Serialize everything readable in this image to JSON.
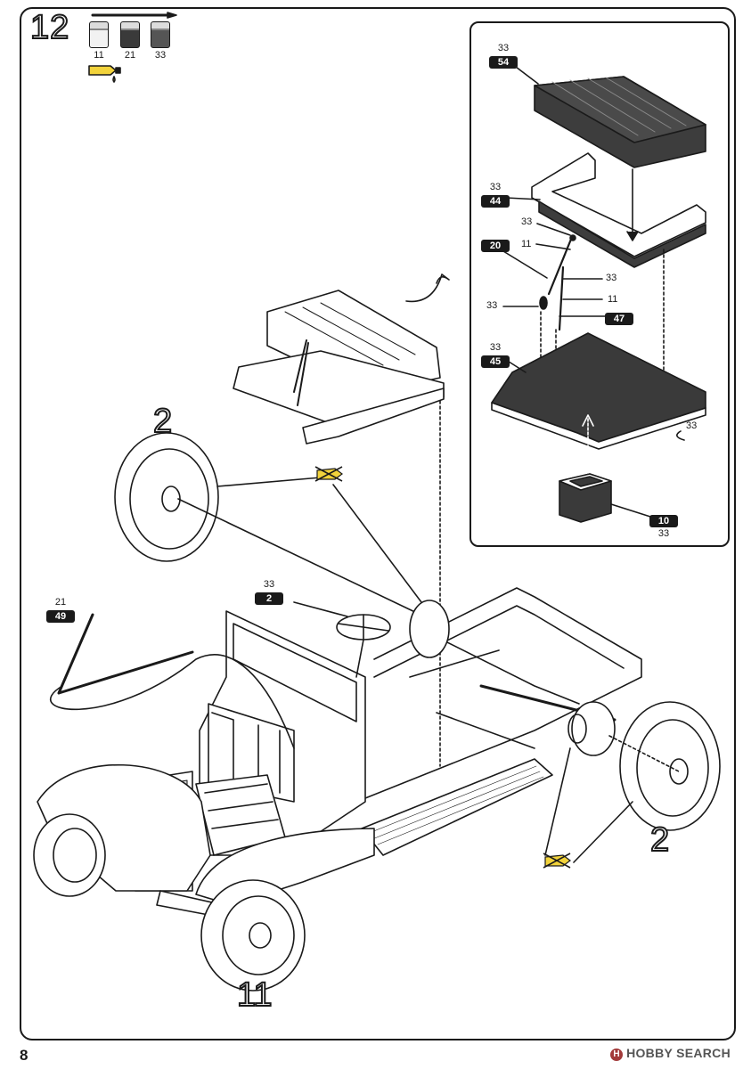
{
  "header": {
    "step": "12"
  },
  "paints": [
    {
      "code": "11",
      "color": "#f2f2f2"
    },
    {
      "code": "21",
      "color": "#3a3a3a"
    },
    {
      "code": "33",
      "color": "#555555"
    }
  ],
  "inset_parts": [
    {
      "code": "33",
      "num": "54"
    },
    {
      "code": "33",
      "num": "44"
    },
    {
      "num": "20"
    },
    {
      "num": "47"
    },
    {
      "code": "33",
      "num": "45"
    },
    {
      "num": "10",
      "code": "33"
    }
  ],
  "inset_labels": [
    "33",
    "11",
    "33",
    "11",
    "33",
    "33"
  ],
  "main_parts": [
    {
      "code": "33",
      "num": "2"
    },
    {
      "code": "21",
      "num": "49"
    }
  ],
  "wheel_callouts": [
    "2",
    "2",
    "11"
  ],
  "footer": {
    "page": "8",
    "watermark_mark": "H",
    "watermark": "HOBBY SEARCH"
  },
  "colors": {
    "glue": "#f2d33b",
    "ink": "#1a1a1a"
  }
}
